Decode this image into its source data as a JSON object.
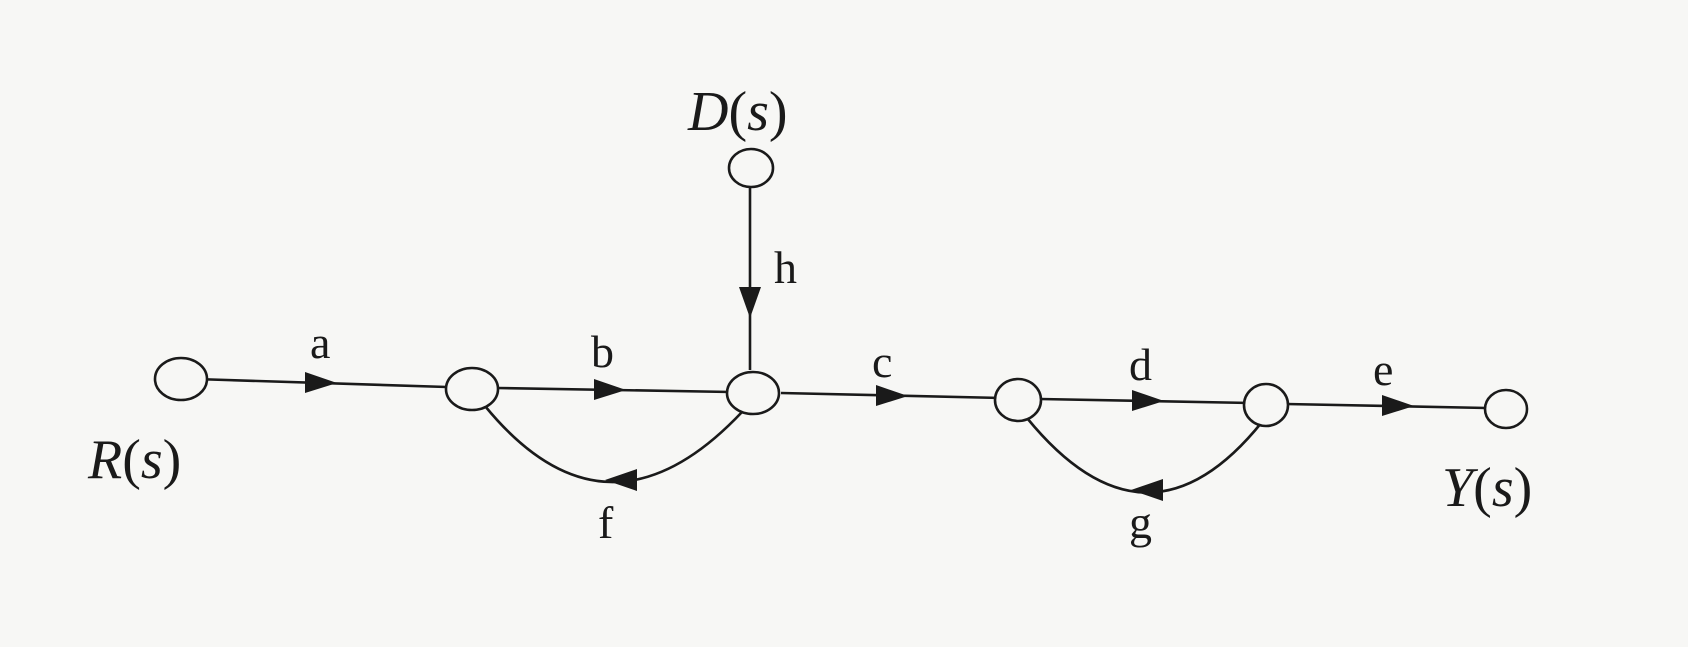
{
  "diagram": {
    "type": "signal-flow-graph",
    "labels": {
      "input": {
        "symbol": "R",
        "arg": "s"
      },
      "disturbance": {
        "symbol": "D",
        "arg": "s"
      },
      "output": {
        "symbol": "Y",
        "arg": "s"
      }
    },
    "edges": [
      {
        "id": "a",
        "from": "R",
        "to": "n1",
        "label": "a"
      },
      {
        "id": "b",
        "from": "n1",
        "to": "n2",
        "label": "b"
      },
      {
        "id": "c",
        "from": "n2",
        "to": "n3",
        "label": "c"
      },
      {
        "id": "d",
        "from": "n3",
        "to": "n4",
        "label": "d"
      },
      {
        "id": "e",
        "from": "n4",
        "to": "Y",
        "label": "e"
      },
      {
        "id": "f",
        "from": "n2",
        "to": "n1",
        "label": "f"
      },
      {
        "id": "g",
        "from": "n4",
        "to": "n3",
        "label": "g"
      },
      {
        "id": "h",
        "from": "D",
        "to": "n2",
        "label": "h"
      }
    ]
  }
}
